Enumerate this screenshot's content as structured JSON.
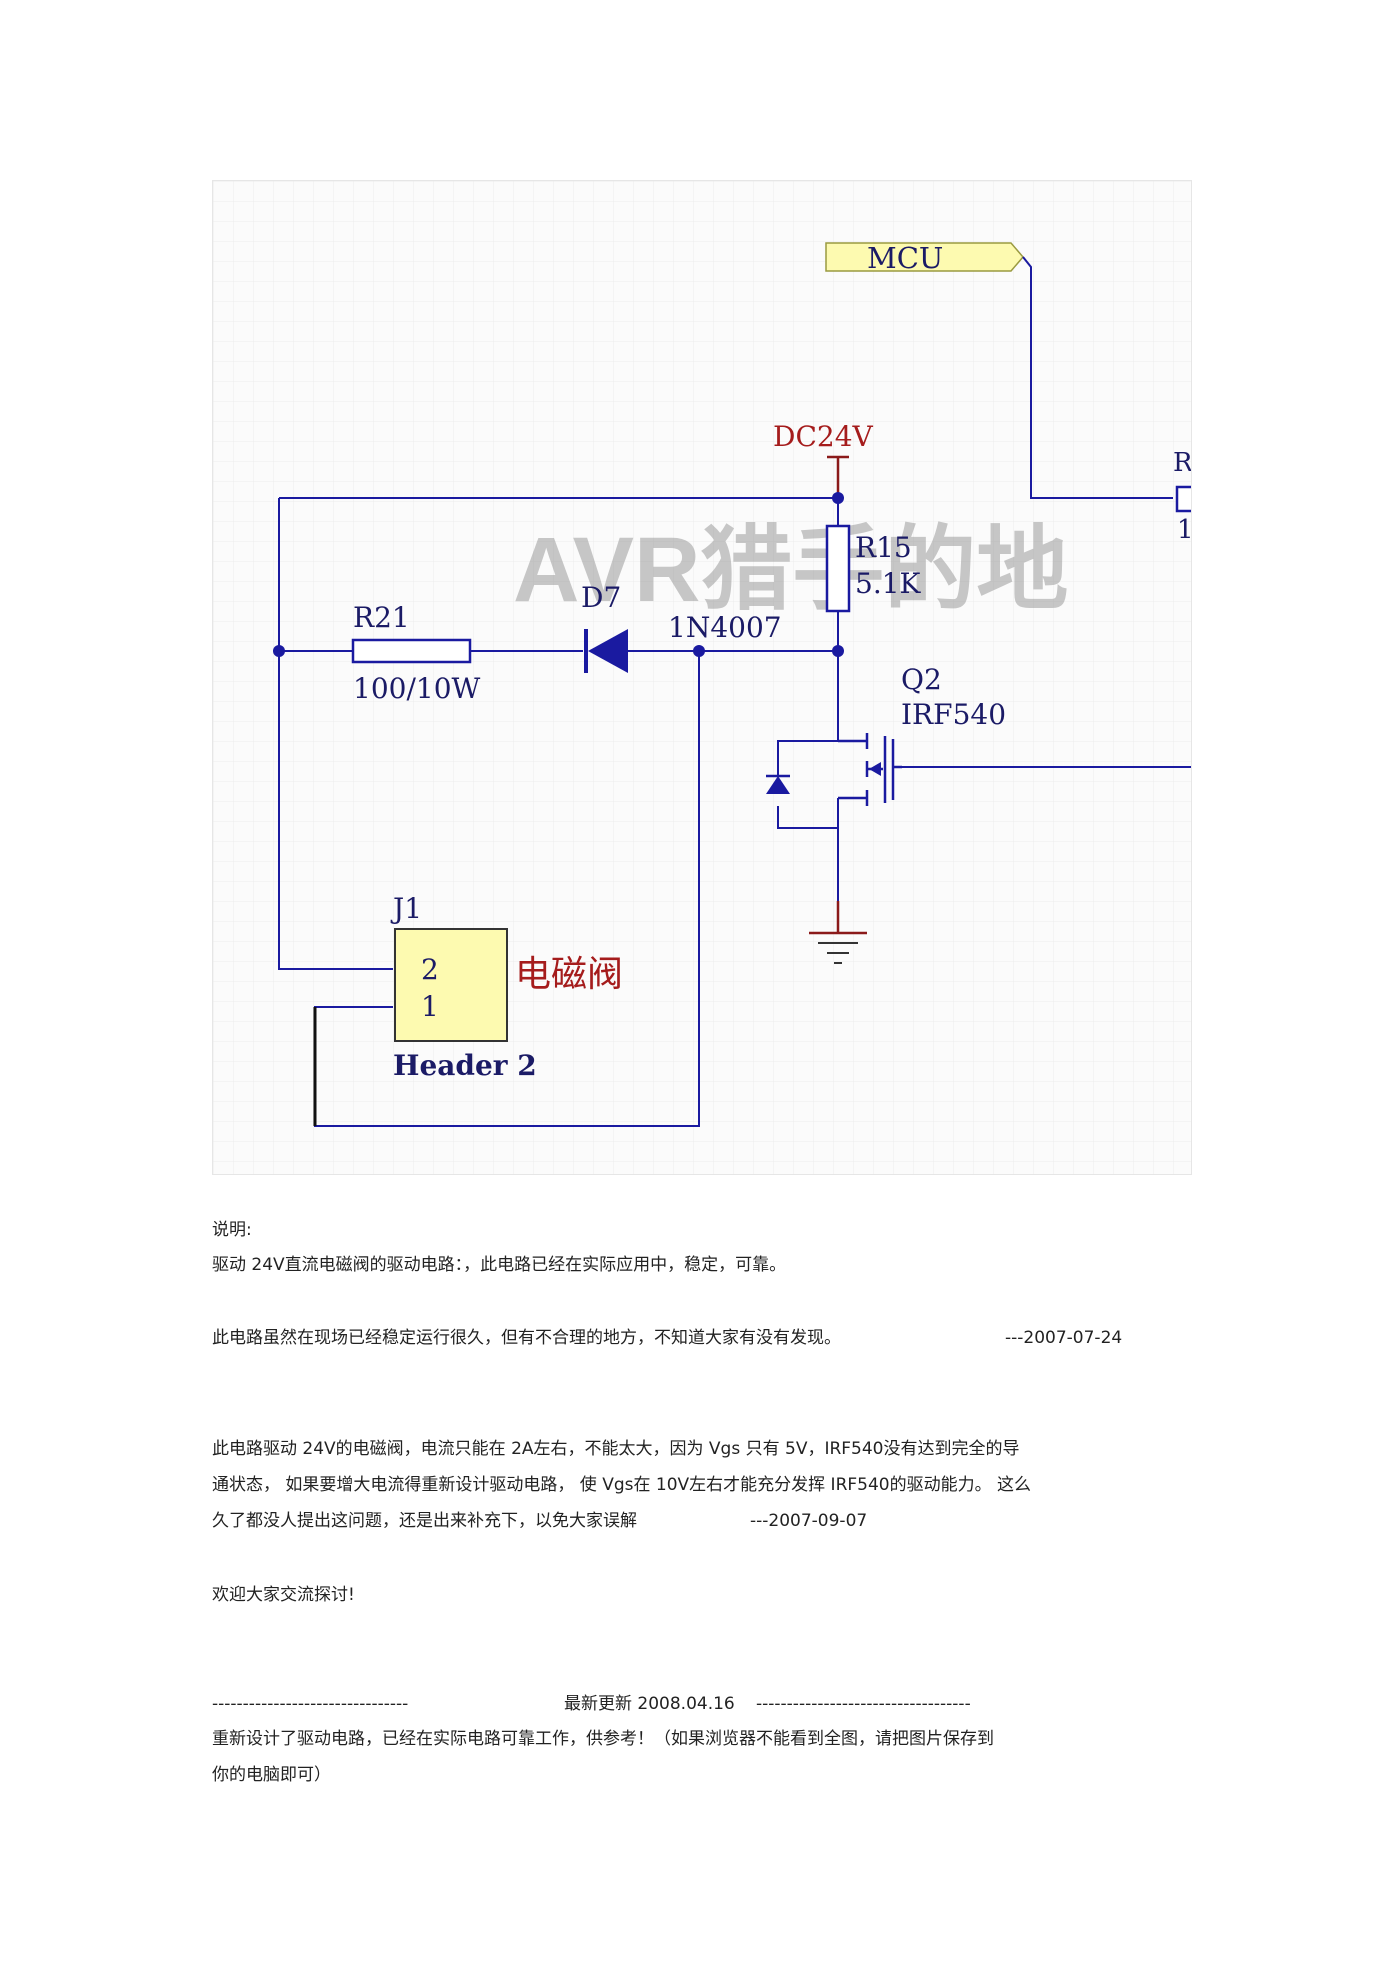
{
  "schematic": {
    "labels": {
      "mcu": "MCU",
      "dc24v": "DC24V",
      "r15_name": "R15",
      "r15_value": "5.1K",
      "r21_name": "R21",
      "r21_value": "100/10W",
      "d7_name": "D7",
      "d7_value": "1N4007",
      "q2_name": "Q2",
      "q2_value": "IRF540",
      "j1_name": "J1",
      "j1_pin2": "2",
      "j1_pin1": "1",
      "j1_value": "Header 2",
      "valve": "电磁阀",
      "r_partial": "R",
      "r_partial_value": "1",
      "watermark": "AVR猎手的地"
    },
    "colors": {
      "wire": "#1a1aa0",
      "power": "#8b1a1a",
      "grid": "#ebebeb",
      "part_fill": "#fdfab0"
    }
  },
  "notes": {
    "line1": "说明:",
    "line2": "驱动 24V直流电磁阀的驱动电路：，此电路已经在实际应用中，稳定，可靠。",
    "line3": "此电路虽然在现场已经稳定运行很久，但有不合理的地方，不知道大家有没有发现。",
    "line3_date": "---2007-07-24",
    "line4": "此电路驱动 24V的电磁阀，电流只能在 2A左右，不能太大，因为 Vgs 只有 5V，IRF540没有达到完全的导",
    "line5": "通状态， 如果要增大电流得重新设计驱动电路， 使 Vgs在 10V左右才能充分发挥 IRF540的驱动能力。 这么",
    "line6": "久了都没人提出这问题，还是出来补充下，以免大家误解",
    "line6_date": "---2007-09-07",
    "line7": "欢迎大家交流探讨!",
    "divider_left": "--------------------------------",
    "update_label": "最新更新 2008.04.16",
    "divider_right": "-----------------------------------",
    "line8": "重新设计了驱动电路，已经在实际电路可靠工作，供参考！（如果浏览器不能看到全图，请把图片保存到",
    "line9": "你的电脑即可）"
  }
}
